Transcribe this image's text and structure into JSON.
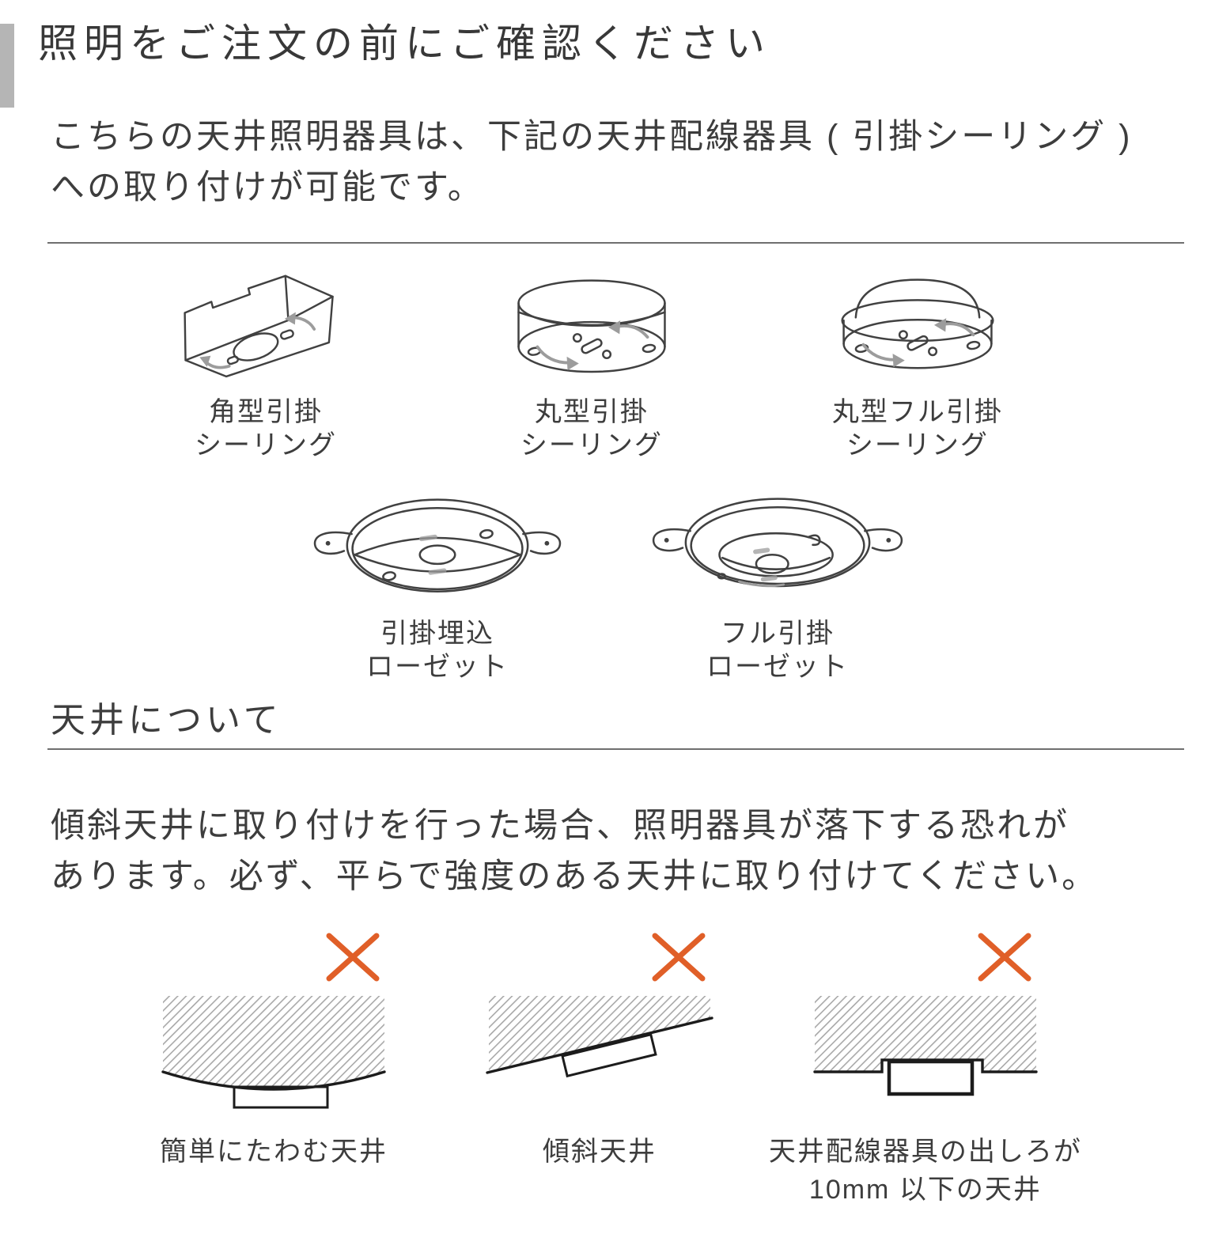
{
  "notice": {
    "title": "照明をご注文の前にご確認ください",
    "intro_lines": [
      "こちらの天井照明器具は、下記の天井配線器具 ( 引掛シーリング )",
      "への取り付けが可能です。"
    ],
    "ceiling_section_title": "天井について",
    "warning_lines": [
      "傾斜天井に取り付けを行った場合、照明器具が落下する恐れが",
      "あります。必ず、平らで強度のある天井に取り付けてください。"
    ]
  },
  "compatible_fixtures": [
    {
      "name": "square-hook-ceiling",
      "label_line1": "角型引掛",
      "label_line2": "シーリング"
    },
    {
      "name": "round-hook-ceiling",
      "label_line1": "丸型引掛",
      "label_line2": "シーリング"
    },
    {
      "name": "round-full-hook-ceiling",
      "label_line1": "丸型フル引掛",
      "label_line2": "シーリング"
    },
    {
      "name": "hook-embedded-rosette",
      "label_line1": "引掛埋込",
      "label_line2": "ローゼット"
    },
    {
      "name": "full-hook-rosette",
      "label_line1": "フル引掛",
      "label_line2": "ローゼット"
    }
  ],
  "ceiling_warnings": [
    {
      "name": "easily-bending-ceiling",
      "label_line1": "簡単にたわむ天井",
      "label_line2": ""
    },
    {
      "name": "sloped-ceiling",
      "label_line1": "傾斜天井",
      "label_line2": ""
    },
    {
      "name": "low-protrusion-ceiling",
      "label_line1": "天井配線器具の出しろが",
      "label_line2": "10mm 以下の天井"
    }
  ],
  "colors": {
    "x_mark": "#e05f28",
    "hatch": "#a8a8a8",
    "drawing_line": "#414141",
    "arrow_gray": "#9c9c9c",
    "accent_bar": "#b5b5b5",
    "text": "#3c3c3c",
    "divider": "#6f6f6f"
  }
}
